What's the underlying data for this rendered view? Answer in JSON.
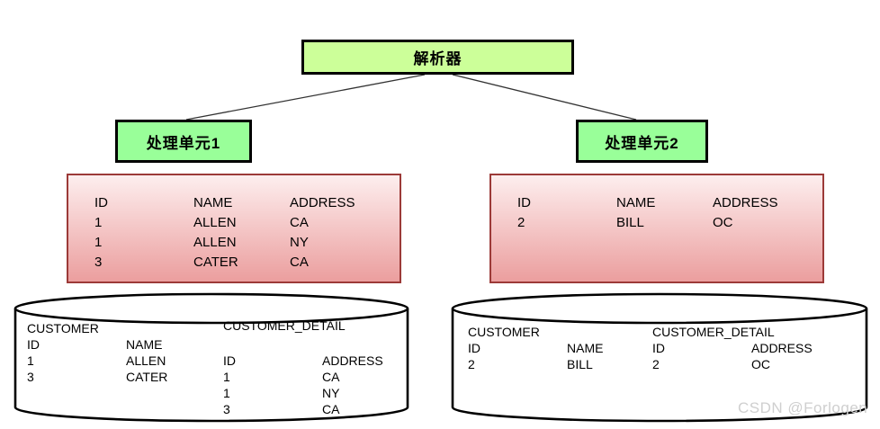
{
  "flow": {
    "parser_label": "解析器",
    "unit1_label": "处理单元1",
    "unit2_label": "处理单元2"
  },
  "unit1_result": {
    "headers": [
      "ID",
      "NAME",
      "ADDRESS"
    ],
    "rows": [
      [
        "1",
        "ALLEN",
        "CA"
      ],
      [
        "1",
        "ALLEN",
        "NY"
      ],
      [
        "3",
        "CATER",
        "CA"
      ]
    ]
  },
  "unit2_result": {
    "headers": [
      "ID",
      "NAME",
      "ADDRESS"
    ],
    "rows": [
      [
        "2",
        "BILL",
        "OC"
      ]
    ]
  },
  "db1": {
    "customer": {
      "title": "CUSTOMER",
      "headers": [
        "ID",
        "NAME"
      ],
      "rows": [
        [
          "1",
          "ALLEN"
        ],
        [
          "3",
          "CATER"
        ]
      ]
    },
    "customer_detail": {
      "title": "CUSTOMER_DETAIL",
      "headers": [
        "ID",
        "ADDRESS"
      ],
      "rows": [
        [
          "1",
          "CA"
        ],
        [
          "1",
          "NY"
        ],
        [
          "3",
          "CA"
        ]
      ]
    }
  },
  "db2": {
    "customer": {
      "title": "CUSTOMER",
      "headers": [
        "ID",
        "NAME"
      ],
      "rows": [
        [
          "2",
          "BILL"
        ]
      ]
    },
    "customer_detail": {
      "title": "CUSTOMER_DETAIL",
      "headers": [
        "ID",
        "ADDRESS"
      ],
      "rows": [
        [
          "2",
          "OC"
        ]
      ]
    }
  },
  "watermark": {
    "text": "CSDN @Forlogen"
  },
  "colors": {
    "parser_fill": "#ccff99",
    "unit_fill": "#99ff99",
    "box_border": "#000000",
    "result_border": "#9c3a38",
    "result_gradient_top": "#fdeeee",
    "result_gradient_bottom": "#eb9e9e",
    "cylinder_fill": "#ffffff",
    "cylinder_stroke": "#000000",
    "connector": "#333333",
    "watermark": "#cfcfcf"
  }
}
